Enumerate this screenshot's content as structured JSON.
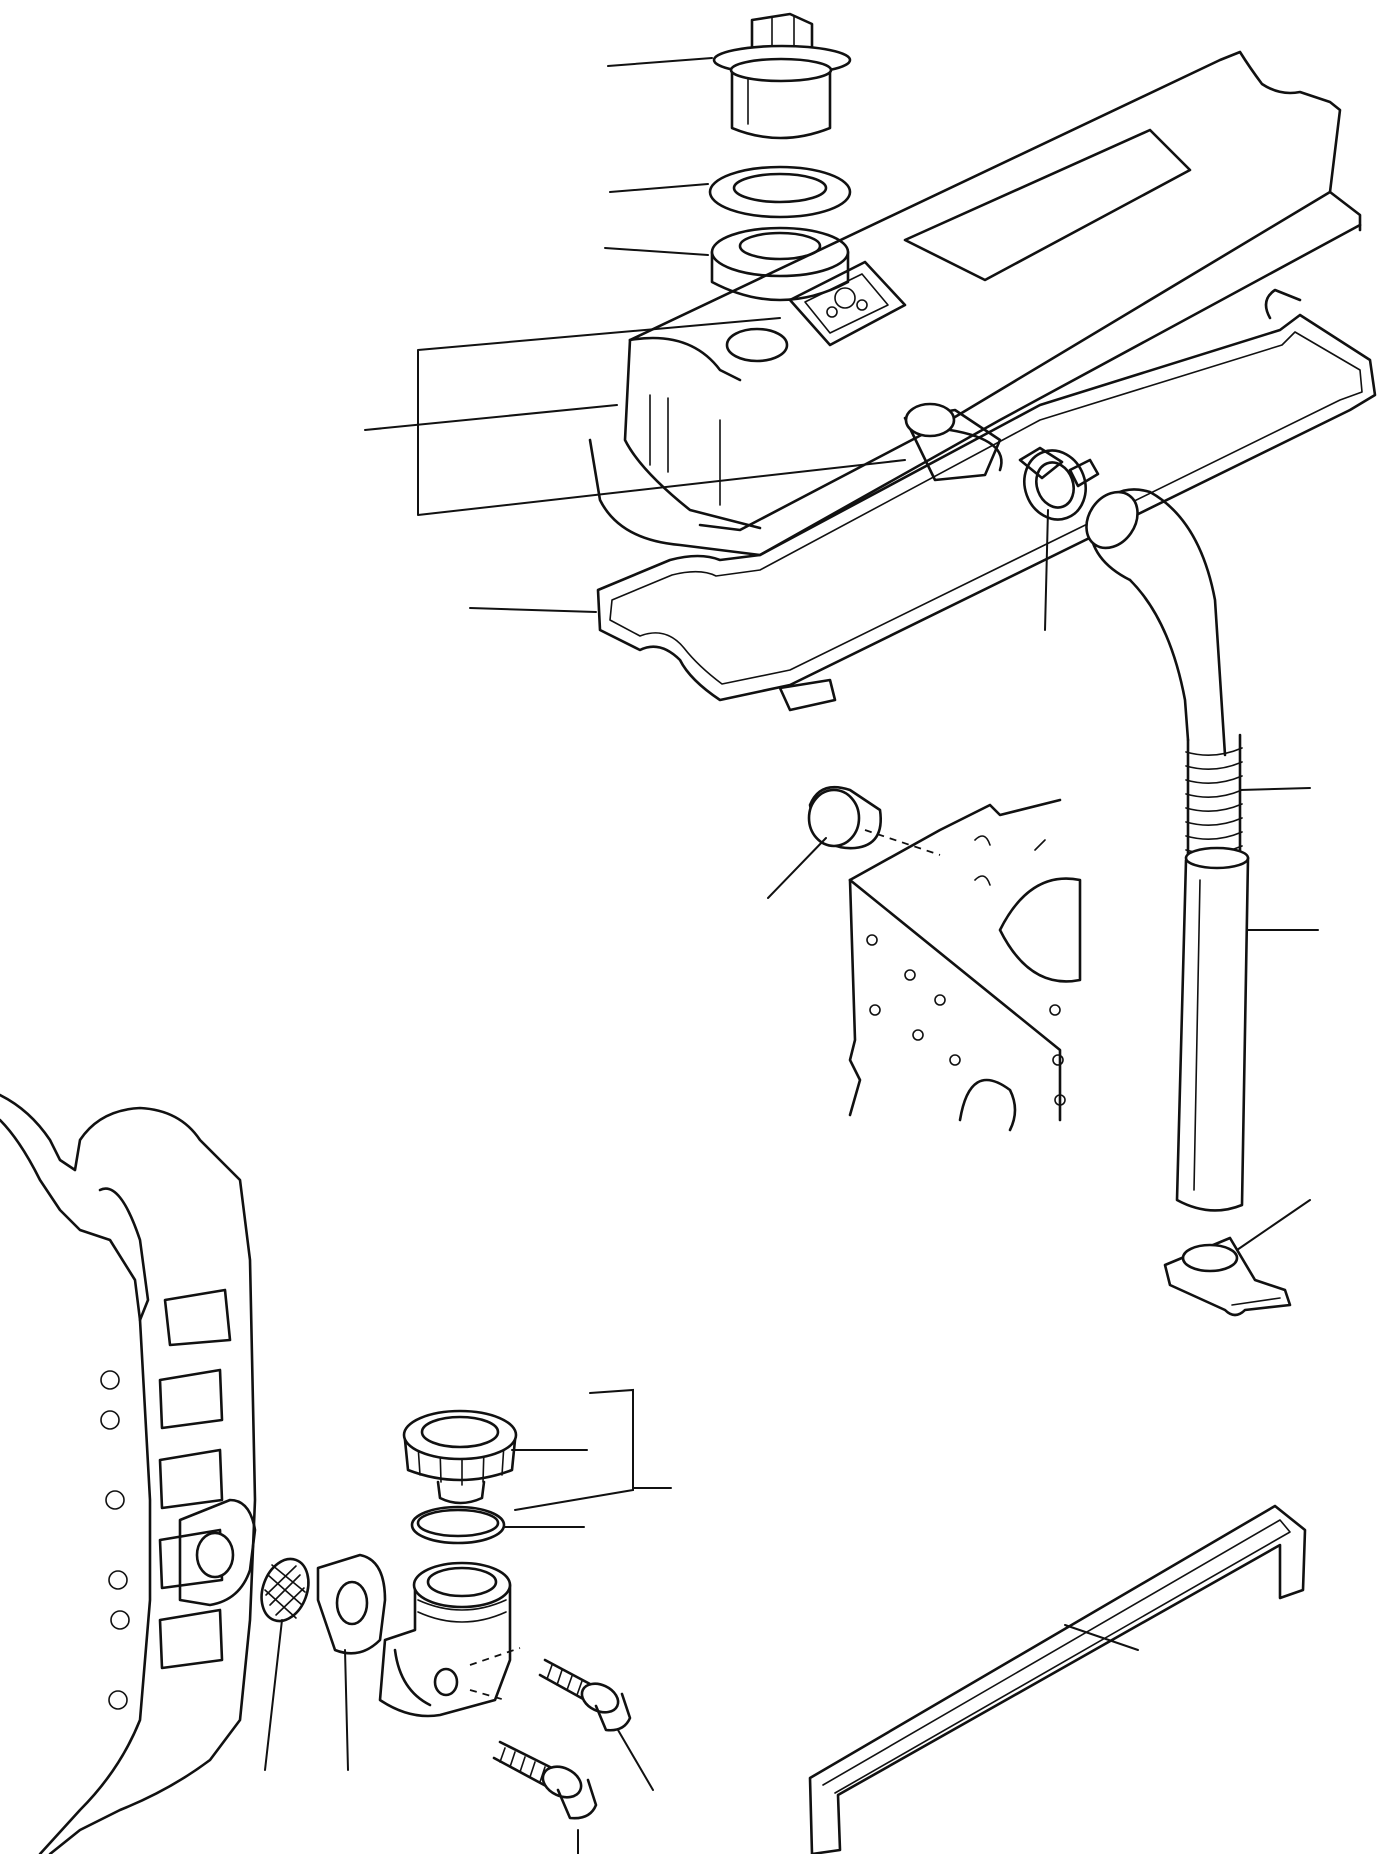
{
  "figure": {
    "kind": "exploded parts diagram",
    "labels_printed": false,
    "line_color": "#111111",
    "background": "#ffffff"
  },
  "parts": [
    {
      "id": "breather-cap"
    },
    {
      "id": "washer-upper"
    },
    {
      "id": "grommet"
    },
    {
      "id": "valve-cover"
    },
    {
      "id": "cover-gasket"
    },
    {
      "id": "hose-clamp"
    },
    {
      "id": "breather-hose"
    },
    {
      "id": "corrugated-section"
    },
    {
      "id": "breather-tube"
    },
    {
      "id": "tube-bracket"
    },
    {
      "id": "expansion-plug"
    },
    {
      "id": "cylinder-block"
    },
    {
      "id": "flywheel-housing"
    },
    {
      "id": "filler-cap"
    },
    {
      "id": "o-ring"
    },
    {
      "id": "filler-elbow"
    },
    {
      "id": "strainer"
    },
    {
      "id": "elbow-gasket"
    },
    {
      "id": "bolt-long"
    },
    {
      "id": "bolt-short"
    },
    {
      "id": "side-cover-gasket"
    }
  ]
}
